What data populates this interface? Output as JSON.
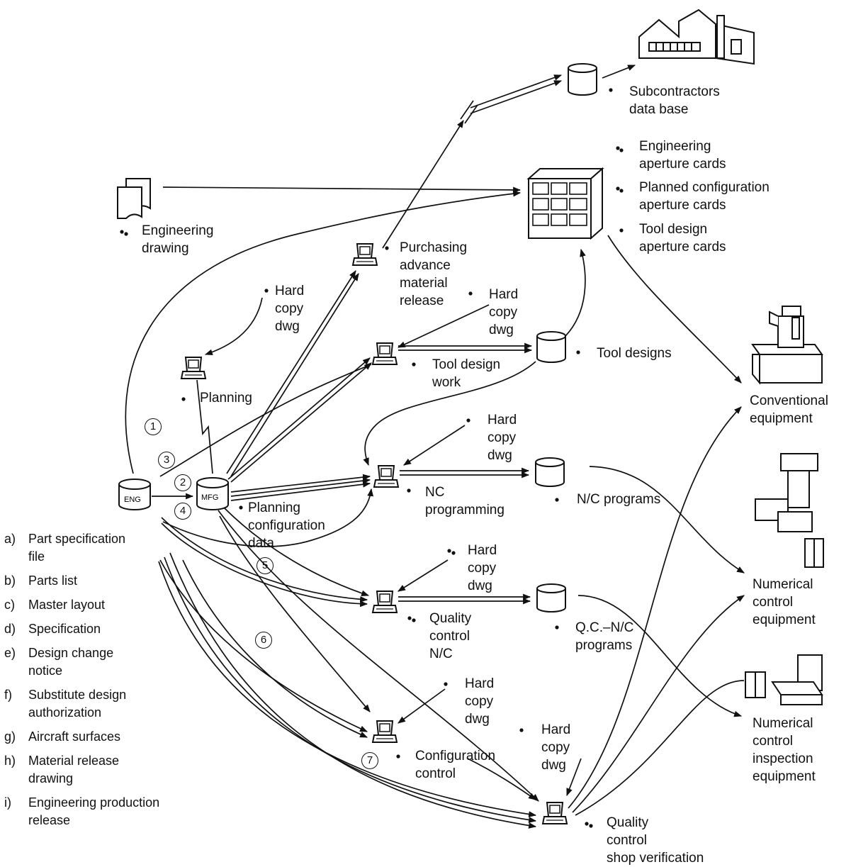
{
  "labels": {
    "subcontractors": "Subcontractors\ndata base",
    "eng_aperture": "Engineering\naperture cards",
    "planned_aperture": "Planned configuration\naperture cards",
    "tool_aperture": "Tool design\naperture cards",
    "eng_drawing": "Engineering\ndrawing",
    "purchasing": "Purchasing\nadvance\nmaterial\nrelease",
    "hard_copy_1": "Hard\ncopy\ndwg",
    "hard_copy_2": "Hard\ncopy\ndwg",
    "hard_copy_3": "Hard\ncopy\ndwg",
    "hard_copy_4": "Hard\ncopy\ndwg",
    "hard_copy_5": "Hard\ncopy\ndwg",
    "hard_copy_6": "Hard\ncopy\ndwg",
    "planning": "Planning",
    "tool_design_work": "Tool design\nwork",
    "tool_designs": "Tool designs",
    "nc_programming": "NC\nprogramming",
    "nc_programs": "N/C programs",
    "planning_config": "Planning\nconfiguration\ndata",
    "quality_control_nc": "Quality\ncontrol\nN/C",
    "qc_nc_programs": "Q.C.–N/C\nprograms",
    "configuration_control": "Configuration\ncontrol",
    "qc_shop": "Quality\ncontrol\nshop verification",
    "conventional": "Conventional\nequipment",
    "numerical_control": "Numerical\ncontrol\nequipment",
    "nc_inspection": "Numerical\ncontrol\ninspection\nequipment",
    "eng_db": "ENG",
    "mfg_db": "MFG"
  },
  "circled_numbers": [
    "1",
    "2",
    "3",
    "4",
    "5",
    "6",
    "7"
  ],
  "legend": [
    {
      "key": "a)",
      "text": "Part specification\nfile"
    },
    {
      "key": "b)",
      "text": "Parts list"
    },
    {
      "key": "c)",
      "text": "Master layout"
    },
    {
      "key": "d)",
      "text": "Specification"
    },
    {
      "key": "e)",
      "text": "Design change\nnotice"
    },
    {
      "key": "f)",
      "text": "Substitute design\nauthorization"
    },
    {
      "key": "g)",
      "text": "Aircraft surfaces"
    },
    {
      "key": "h)",
      "text": "Material release\ndrawing"
    },
    {
      "key": "i)",
      "text": "Engineering production\nrelease"
    }
  ],
  "colors": {
    "ink": "#111111",
    "paper": "#ffffff"
  }
}
